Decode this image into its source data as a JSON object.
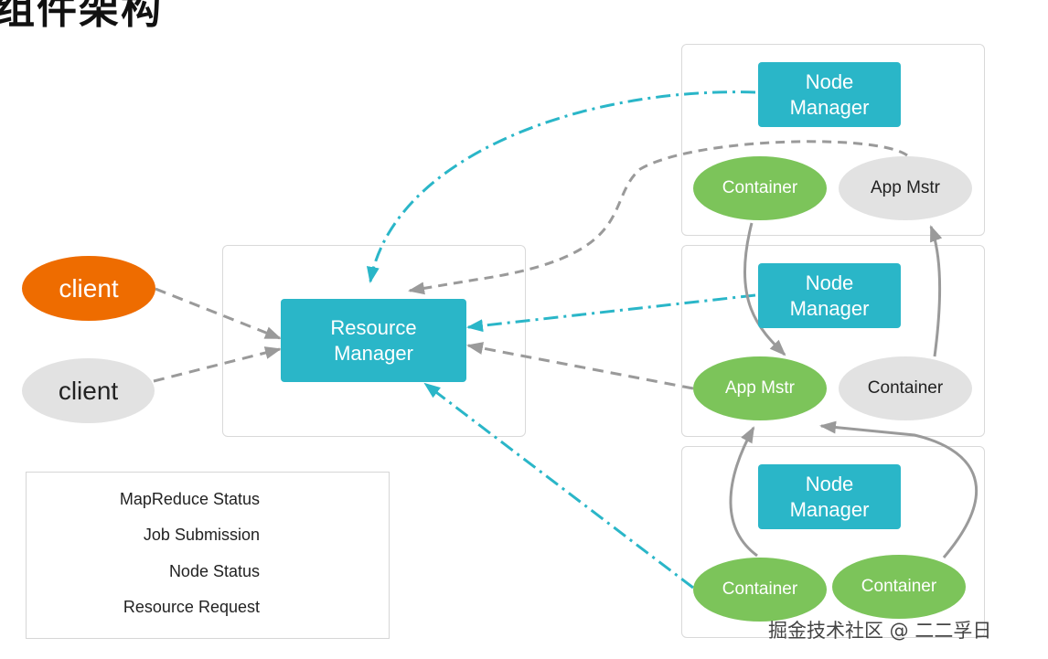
{
  "title_fragment": "组件架构",
  "clients": [
    {
      "label": "client",
      "style": "orange"
    },
    {
      "label": "client",
      "style": "gray"
    }
  ],
  "resource_manager": {
    "label": "Resource\nManager"
  },
  "nodes": [
    {
      "node_manager": "Node\nManager",
      "left": {
        "label": "Container",
        "style": "green"
      },
      "right": {
        "label": "App Mstr",
        "style": "gray"
      }
    },
    {
      "node_manager": "Node\nManager",
      "left": {
        "label": "App Mstr",
        "style": "green"
      },
      "right": {
        "label": "Container",
        "style": "gray"
      }
    },
    {
      "node_manager": "Node\nManager",
      "left": {
        "label": "Container",
        "style": "green"
      },
      "right": {
        "label": "Container",
        "style": "green"
      }
    }
  ],
  "legend": [
    {
      "label": "MapReduce Status",
      "type": "mapreduce-status"
    },
    {
      "label": "Job Submission",
      "type": "job-submission"
    },
    {
      "label": "Node Status",
      "type": "node-status"
    },
    {
      "label": "Resource Request",
      "type": "resource-request"
    }
  ],
  "colors": {
    "teal": "#2ab6c8",
    "green": "#7cc45a",
    "orange": "#ee6c00",
    "gray_node": "#e2e2e2",
    "arrow_gray": "#9a9a9a",
    "legend_gray": "#a9a9a9"
  },
  "watermark": "掘金技术社区 @ 二二孚日"
}
